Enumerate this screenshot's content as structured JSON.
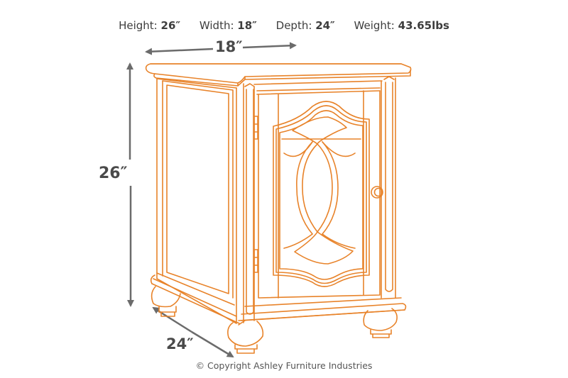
{
  "specs": [
    {
      "label": "Height:",
      "value": "26″"
    },
    {
      "label": "Width:",
      "value": "18″"
    },
    {
      "label": "Depth:",
      "value": "24″"
    },
    {
      "label": "Weight:",
      "value": "43.65lbs"
    }
  ],
  "dimensions": {
    "width_label": "18″",
    "height_label": "26″",
    "depth_label": "24″"
  },
  "colors": {
    "line_art": "#e8832a",
    "arrows": "#6b6b6b",
    "text": "#3d3d3d"
  },
  "copyright": "© Copyright Ashley Furniture Industries"
}
